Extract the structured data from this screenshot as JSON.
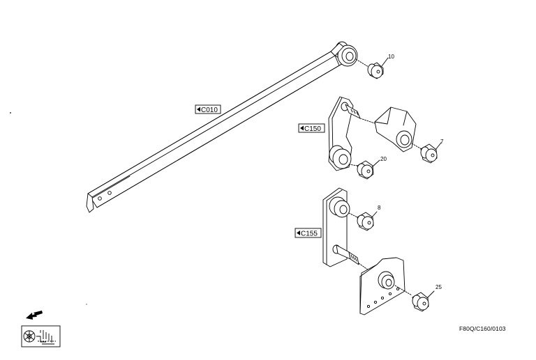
{
  "references": [
    {
      "id": "C010",
      "label": "C010"
    },
    {
      "id": "C150",
      "label": "C150"
    },
    {
      "id": "C155",
      "label": "C155"
    }
  ],
  "parts": [
    {
      "number": "10"
    },
    {
      "number": "7"
    },
    {
      "number": "20"
    },
    {
      "number": "8"
    },
    {
      "number": "25"
    }
  ],
  "document_code": "F80Q/C160/0103",
  "icons": {
    "back": "arrow-down-left-icon",
    "assembly": "assembly-group-icon"
  }
}
